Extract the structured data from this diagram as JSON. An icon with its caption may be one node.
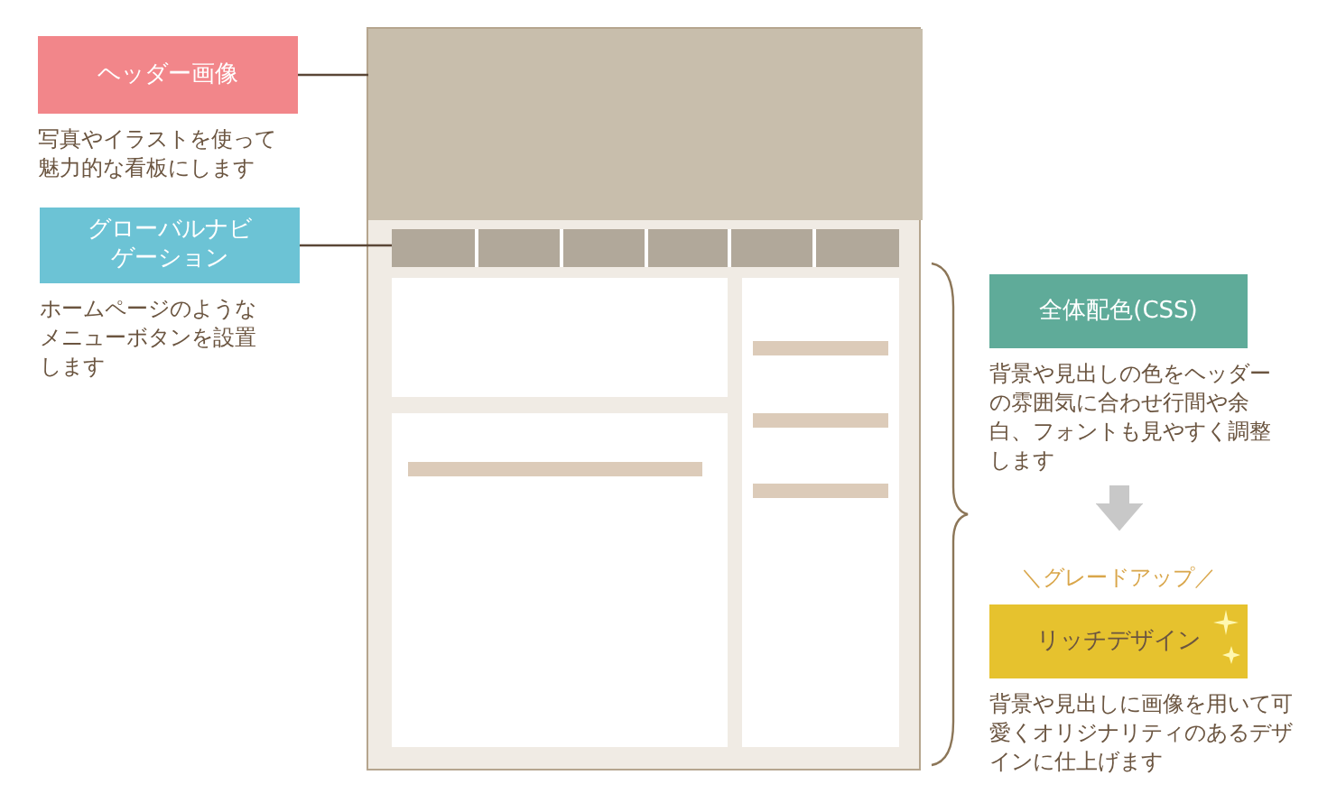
{
  "diagram": {
    "nodes": [
      {
        "text": [
          "ヘッダー画像"
        ],
        "beside": [
          "写真やイラストを使って魅力的な看板にします"
        ]
      },
      {
        "text": [
          "グローバルナビゲーション"
        ],
        "beside": [
          "ホームページのようなメニューボタンを設置します"
        ]
      },
      {
        "text": [
          "全体配色(CSS)"
        ],
        "beside": [
          "背景や見出しの色をヘッダーの雰囲気に合わせ行間や余白、フォントも見やすく調整します"
        ]
      },
      {
        "text": [
          "リッチデザイン"
        ],
        "beside": [
          "背景や見出しに画像を用いて可愛くオリジナリティのあるデザインに仕上げます"
        ]
      },
      {
        "text": [],
        "shape": "box"
      },
      {
        "text": [],
        "shape": "box",
        "in": 4
      },
      {
        "text": [],
        "shape": "bar",
        "in": 4
      }
    ],
    "edges": [
      {
        "from": 0,
        "to": 5,
        "arrow": "none"
      },
      {
        "from": 1,
        "to": 6,
        "arrow": "none"
      },
      {
        "from": 2,
        "to": 3,
        "arrow": "to",
        "style": "thick",
        "color": "#c8c8c8"
      }
    ],
    "labels": [
      "＼グレードアップ／"
    ]
  }
}
